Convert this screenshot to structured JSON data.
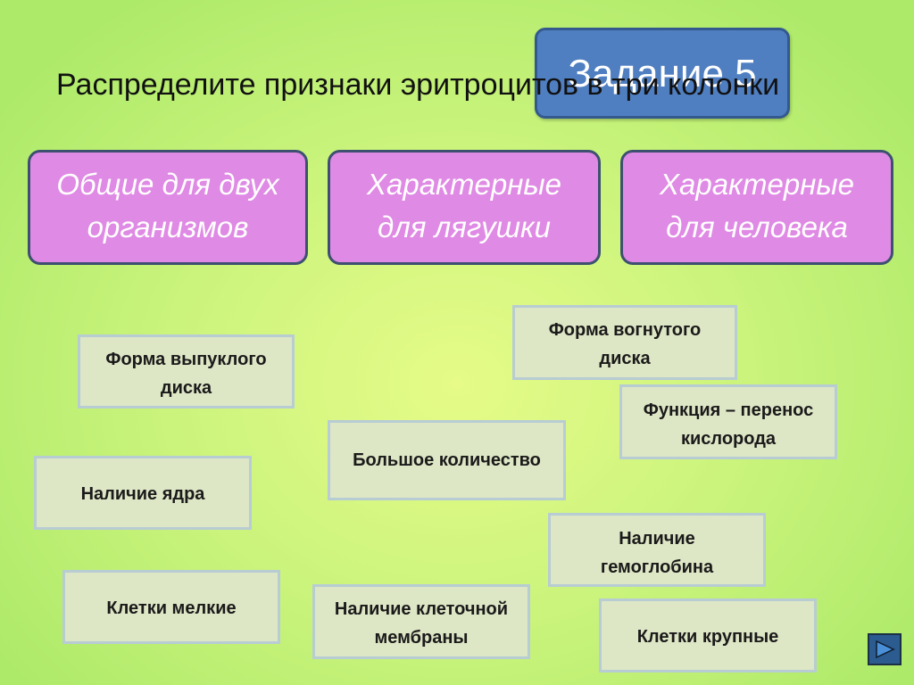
{
  "slide": {
    "task_label": "Задание 5",
    "title": "Распределите признаки эритроцитов в три колонки"
  },
  "columns": [
    {
      "line1": "Общие для двух",
      "line2": "организмов"
    },
    {
      "line1": "Характерные",
      "line2": "для лягушки"
    },
    {
      "line1": "Характерные",
      "line2": "для человека"
    }
  ],
  "cards": {
    "convex_disc": {
      "line1": "Форма выпуклого",
      "line2": "диска"
    },
    "concave_disc": {
      "line1": "Форма вогнутого",
      "line2": "диска"
    },
    "oxygen_transport": {
      "line1": "Функция – перенос",
      "line2": "кислорода"
    },
    "large_quantity": "Большое количество",
    "nucleus": "Наличие ядра",
    "hemoglobin": {
      "line1": "Наличие",
      "line2": "гемоглобина"
    },
    "small_cells": "Клетки мелкие",
    "cell_membrane": {
      "line1": "Наличие клеточной",
      "line2": "мембраны"
    },
    "large_cells": "Клетки крупные"
  },
  "nav": {
    "icon": "play-triangle-icon",
    "color": "#2b5b8f"
  }
}
